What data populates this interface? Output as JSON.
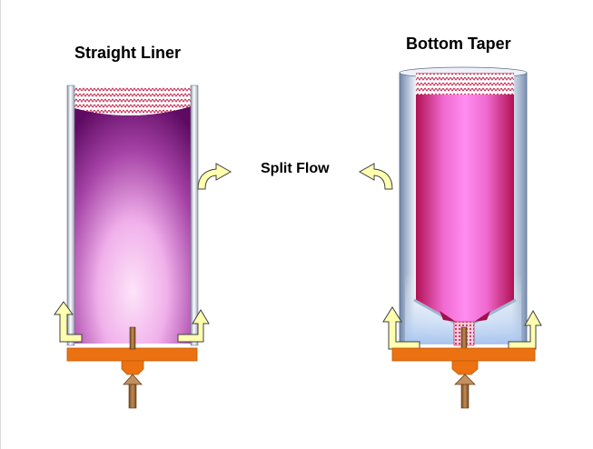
{
  "diagrams": {
    "straight_liner": {
      "title": "Straight Liner"
    },
    "bottom_taper": {
      "title": "Bottom Taper"
    }
  },
  "center_label": "Split Flow",
  "colors": {
    "liner_glass": "#dfe7f2",
    "fill_purple_dark": "#6a0d6e",
    "fill_purple_light": "#fbd6f6",
    "fill_magenta": "#ff86ee",
    "fill_crimson": "#b0144f",
    "arrow_yellow": "#ffffb0",
    "base_orange": "#ec7110",
    "stem_brown": "#9b6a3a",
    "mesh_red": "#c0103c"
  }
}
